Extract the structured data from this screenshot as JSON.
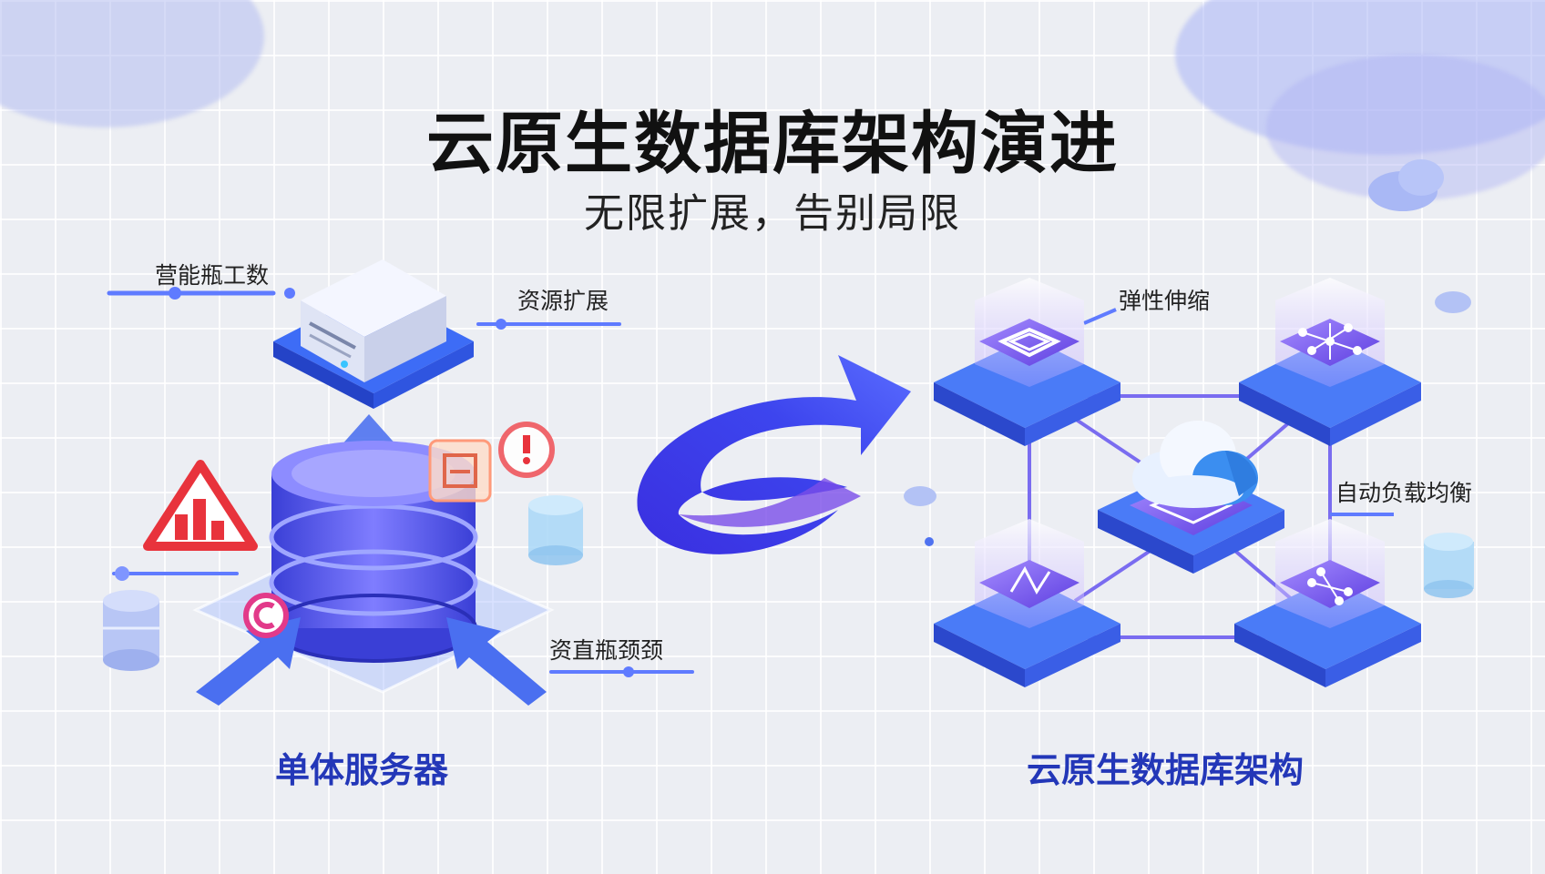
{
  "title": "云原生数据库架构演进",
  "subtitle": "无限扩展，告别局限",
  "left": {
    "caption": "单体服务器",
    "labels": {
      "top_left": "营能瓶工数",
      "top_right": "资源扩展",
      "bottom_right": "资直瓶颈颈"
    }
  },
  "right": {
    "caption": "云原生数据库架构",
    "labels": {
      "top": "弹性伸缩",
      "right": "自动负载均衡"
    }
  },
  "colors": {
    "title": "#111111",
    "caption": "#2337b8",
    "accent_blue": "#3b5bff",
    "accent_purple": "#7b4df0",
    "warning_red": "#e8333c"
  }
}
